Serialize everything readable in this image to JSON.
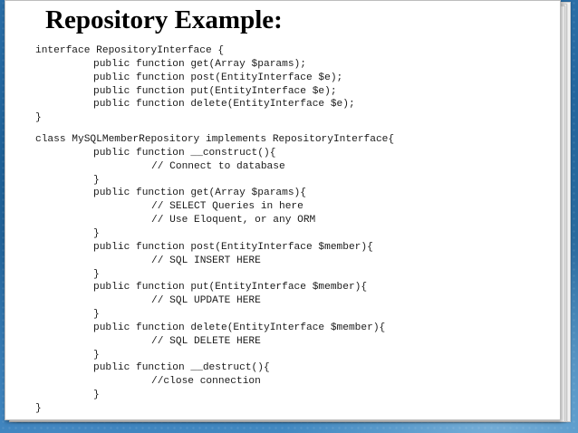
{
  "slide": {
    "title": "Repository Example:",
    "interface_block": [
      "interface RepositoryInterface {",
      "public function get(Array $params);",
      "public function post(EntityInterface $e);",
      "public function put(EntityInterface $e);",
      "public function delete(EntityInterface $e);",
      "}"
    ],
    "class_block": [
      "class MySQLMemberRepository implements RepositoryInterface{",
      "public function __construct(){",
      "// Connect to database",
      "}",
      "public function get(Array $params){",
      "// SELECT Queries in here",
      "// Use Eloquent, or any ORM",
      "}",
      "public function post(EntityInterface $member){",
      "// SQL INSERT HERE",
      "}",
      "public function put(EntityInterface $member){",
      "// SQL UPDATE HERE",
      "}",
      "public function delete(EntityInterface $member){",
      "// SQL DELETE HERE",
      "}",
      "public function __destruct(){",
      "//close connection",
      "}",
      "}"
    ]
  }
}
